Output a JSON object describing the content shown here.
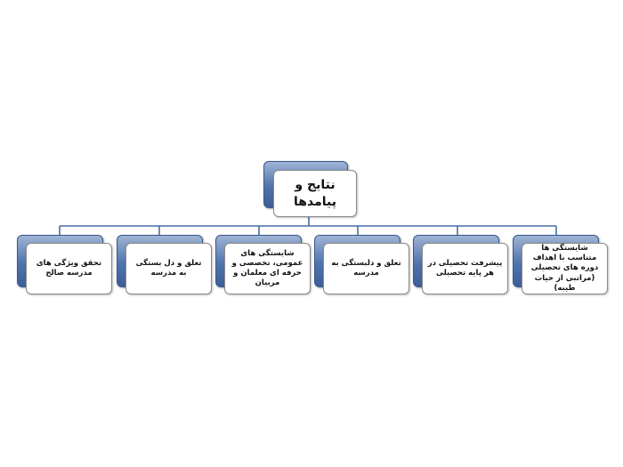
{
  "root": {
    "label": "نتایج و پیامدها"
  },
  "children": [
    {
      "label": "شایستگی ها متناسب با اهداف دوره های تحصیلی (مراتبی از حیات طیبه)"
    },
    {
      "label": "پیشرفت تحصیلی در هر پایه تحصیلی"
    },
    {
      "label": "تعلق و دلبستگی  به مدرسه"
    },
    {
      "label": "شایستگی های عمومی، تخصصی و حرفه ای معلمان و مربیان"
    },
    {
      "label": "تعلق و دل بستگی به مدرسه"
    },
    {
      "label": "تحقق ویژگی های مدرسه صالح"
    }
  ],
  "colors": {
    "box_fill": "#4f73ad",
    "box_border": "#37588e",
    "connector": "#4a6fa5"
  }
}
